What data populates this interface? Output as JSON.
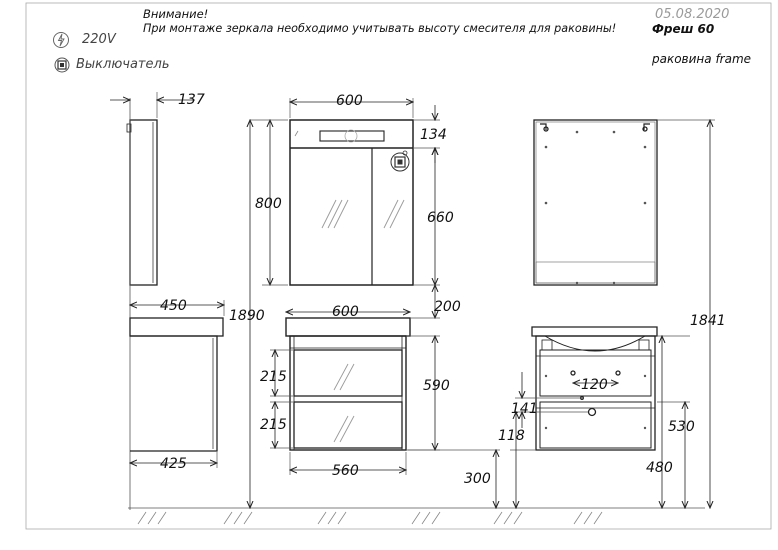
{
  "header": {
    "warning_title": "Внимание!",
    "warning_text": "При монтаже зеркала необходимо учитывать высоту смесителя для раковины!",
    "date": "05.08.2020",
    "model": "Фреш 60",
    "sink": "раковина frame"
  },
  "legend": {
    "power_icon": "lightning-circle-icon",
    "power_label": "220V",
    "switch_icon": "switch-square-icon",
    "switch_label": "Выключатель"
  },
  "dimensions": {
    "mirror_depth": "137",
    "mirror_width": "600",
    "mirror_top_panel": "134",
    "mirror_height": "800",
    "mirror_door_height": "660",
    "total_height_left": "1890",
    "gap_to_cabinet": "200",
    "cabinet_depth": "450",
    "cabinet_width_top": "600",
    "drawer_1_height": "215",
    "drawer_2_height": "215",
    "cabinet_front_height": "590",
    "cabinet_inner_width": "560",
    "cabinet_body_depth": "425",
    "floor_gap": "300",
    "total_height_right": "1841",
    "pipe_spacing": "120",
    "upper_hole": "141",
    "lower_hole": "118",
    "cabinet_height_right": "530",
    "cabinet_mount_height": "480"
  },
  "colors": {
    "line": "#222222",
    "thin": "#555555",
    "frame": "#999999",
    "hatch": "#888888"
  }
}
